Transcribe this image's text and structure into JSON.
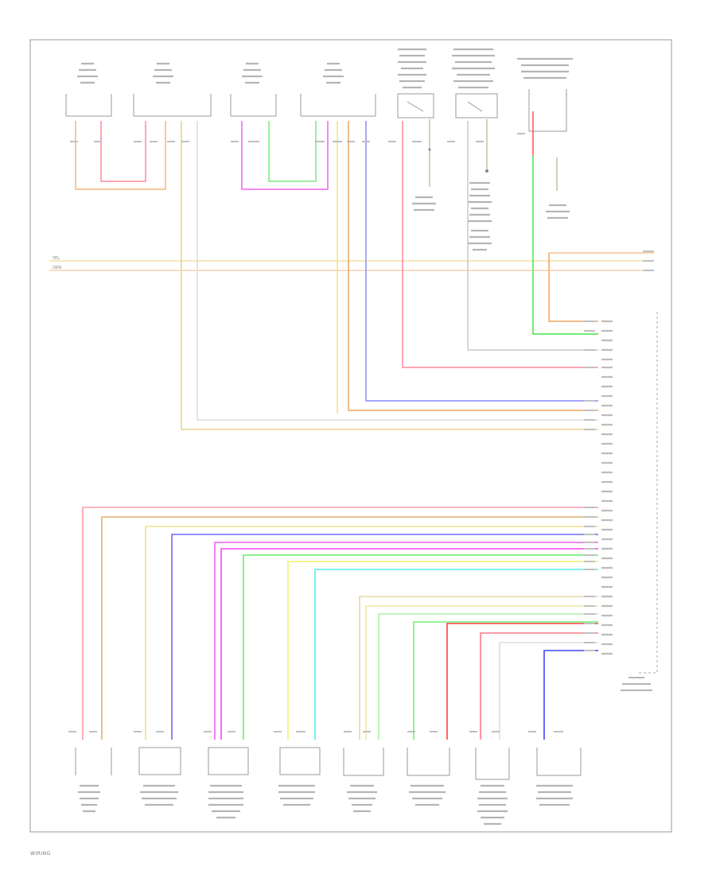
{
  "diagram": {
    "page_label": "WIRING",
    "top_bus": {
      "labels": [
        "YEL",
        "ORN"
      ]
    }
  }
}
